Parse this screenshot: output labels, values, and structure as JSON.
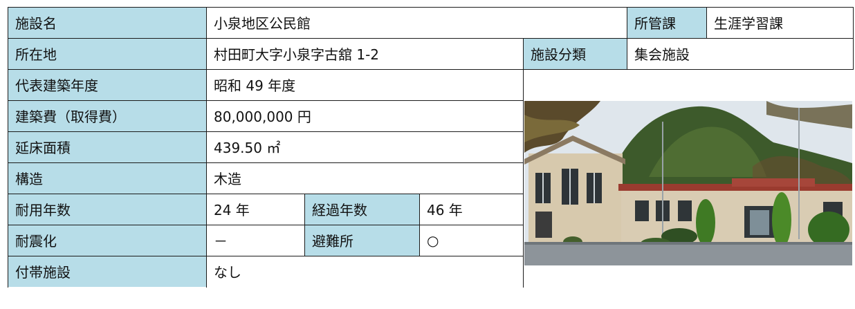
{
  "facility": {
    "name_label": "施設名",
    "name_value": "小泉地区公民館",
    "dept_label": "所管課",
    "dept_value": "生涯学習課",
    "location_label": "所在地",
    "location_value": "村田町大字小泉字古舘 1-2",
    "category_label": "施設分類",
    "category_value": "集会施設",
    "built_year_label": "代表建築年度",
    "built_year_value": "昭和 49 年度",
    "cost_label": "建築費（取得費）",
    "cost_value": "80,000,000 円",
    "floor_area_label": "延床面積",
    "floor_area_value": "439.50 ㎡",
    "structure_label": "構造",
    "structure_value": "木造",
    "service_life_label": "耐用年数",
    "service_life_value": "24 年",
    "elapsed_label": "経過年数",
    "elapsed_value": "46 年",
    "seismic_label": "耐震化",
    "seismic_value": "－",
    "shelter_label": "避難所",
    "shelter_value": "○",
    "annex_label": "付帯施設",
    "annex_value": "なし"
  },
  "colors": {
    "label_bg": "#b7dde8",
    "border": "#1a1a1a"
  }
}
